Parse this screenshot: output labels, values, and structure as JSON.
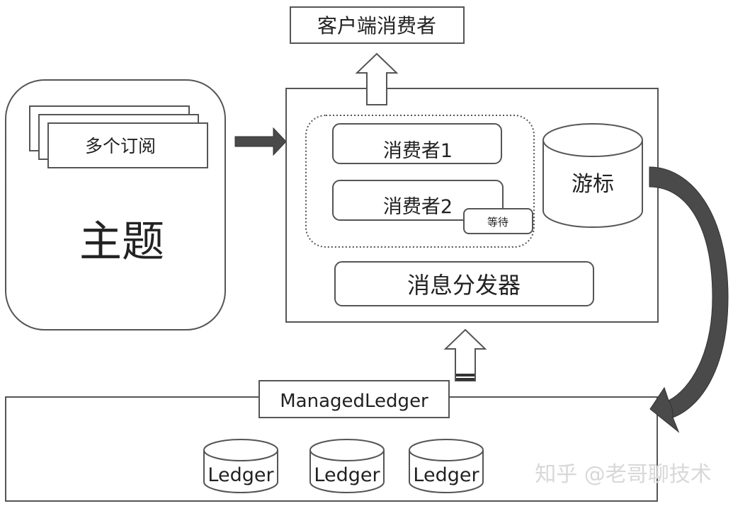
{
  "diagram": {
    "client_consumer": "客户端消费者",
    "topic": {
      "title": "主题",
      "subscriptions_label": "多个订阅"
    },
    "subscription": {
      "consumers": [
        "消费者1",
        "消费者2"
      ],
      "waiting_badge": "等待",
      "cursor": "游标",
      "dispatcher": "消息分发器"
    },
    "managed_ledger": {
      "title": "ManagedLedger",
      "ledgers": [
        "Ledger",
        "Ledger",
        "Ledger"
      ]
    },
    "watermark": "知乎 @老哥聊技术",
    "colors": {
      "stroke": "#555555",
      "arrow_fill": "#4a4a4a",
      "text": "#222222",
      "watermark": "#d8d8d8"
    }
  }
}
